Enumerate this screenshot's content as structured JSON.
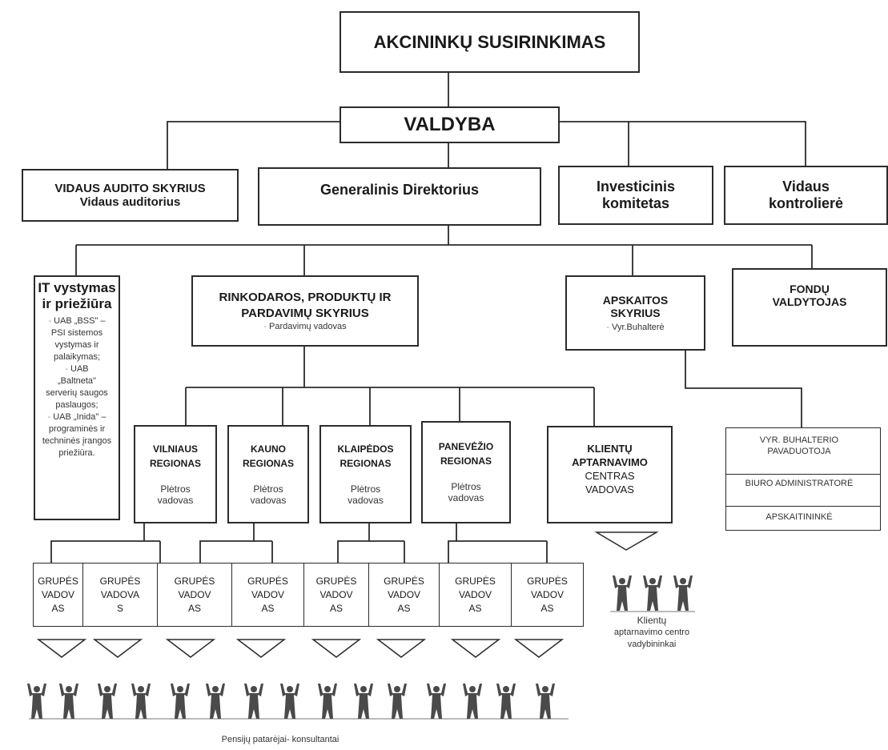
{
  "top": {
    "shareholders": "AKCININKŲ SUSIRINKIMAS",
    "board": "VALDYBA"
  },
  "level2": {
    "audit_title": "VIDAUS AUDITO SKYRIUS",
    "audit_sub": "Vidaus auditorius",
    "ceo": "Generalinis Direktorius",
    "investment_l1": "Investicinis",
    "investment_l2": "komitetas",
    "controller_l1": "Vidaus",
    "controller_l2": "kontrolierė"
  },
  "level3": {
    "it": {
      "title_l1": "IT vystymas",
      "title_l2": "ir priežiūra",
      "items": [
        "UAB „BSS\" –",
        "PSI sistemos",
        "vystymas ir",
        "palaikymas;",
        "UAB",
        "„Baltneta\"",
        "serverių saugos",
        "paslaugos;",
        "UAB „Inida\" –",
        "programinės ir",
        "techninės įrangos",
        "priežiūra."
      ]
    },
    "marketing": {
      "title_l1": "RINKODAROS, PRODUKTŲ IR",
      "title_l2": "PARDAVIMŲ SKYRIUS",
      "sub": "Pardavimų vadovas"
    },
    "accounting": {
      "title_l1": "APSKAITOS",
      "title_l2": "SKYRIUS",
      "sub": "Vyr.Buhalterė"
    },
    "funds": {
      "title_l1": "FONDŲ",
      "title_l2": "VALDYTOJAS"
    }
  },
  "regions": [
    {
      "name_l1": "VILNIAUS",
      "name_l2": "REGIONAS",
      "role_l1": "Plėtros",
      "role_l2": "vadovas"
    },
    {
      "name_l1": "KAUNO",
      "name_l2": "REGIONAS",
      "role_l1": "Plėtros",
      "role_l2": "vadovas"
    },
    {
      "name_l1": "KLAIPĖDOS",
      "name_l2": "REGIONAS",
      "role_l1": "Plėtros",
      "role_l2": "vadovas"
    },
    {
      "name_l1": "PANEVĖŽIO",
      "name_l2": "REGIONAS",
      "role_l1": "Plėtros",
      "role_l2": "vadovas"
    }
  ],
  "client_centre": {
    "lines": [
      "KLIENTŲ",
      "APTARNAVIMO",
      "CENTRAS",
      "VADOVAS"
    ]
  },
  "accounting_staff": [
    "VYR. BUHALTERIO PAVADUOTOJA",
    "BIURO ADMINISTRATORĖ",
    "APSKAITININKĖ"
  ],
  "group_leaders": [
    {
      "lines": [
        "GRUPĖS",
        "VADOV",
        "AS"
      ]
    },
    {
      "lines": [
        "GRUPĖS",
        "VADOVA",
        "S"
      ]
    },
    {
      "lines": [
        "GRUPĖS",
        "VADOV",
        "AS"
      ]
    },
    {
      "lines": [
        "GRUPĖS",
        "VADOV",
        "AS"
      ]
    },
    {
      "lines": [
        "GRUPĖS",
        "VADOV",
        "AS"
      ]
    },
    {
      "lines": [
        "GRUPĖS",
        "VADOV",
        "AS"
      ]
    },
    {
      "lines": [
        "GRUPĖS",
        "VADOV",
        "AS"
      ]
    },
    {
      "lines": [
        "GRUPĖS",
        "VADOV",
        "AS"
      ]
    }
  ],
  "captions": {
    "client_managers": [
      "Klientų",
      "aptarnavimo centro",
      "vadybininkai"
    ],
    "consultants": "Pensijų patarėjai- konsultantai"
  },
  "colors": {
    "line": "#2b2b2b",
    "figure": "#4a4a4a",
    "text": "#1a1a1a"
  }
}
